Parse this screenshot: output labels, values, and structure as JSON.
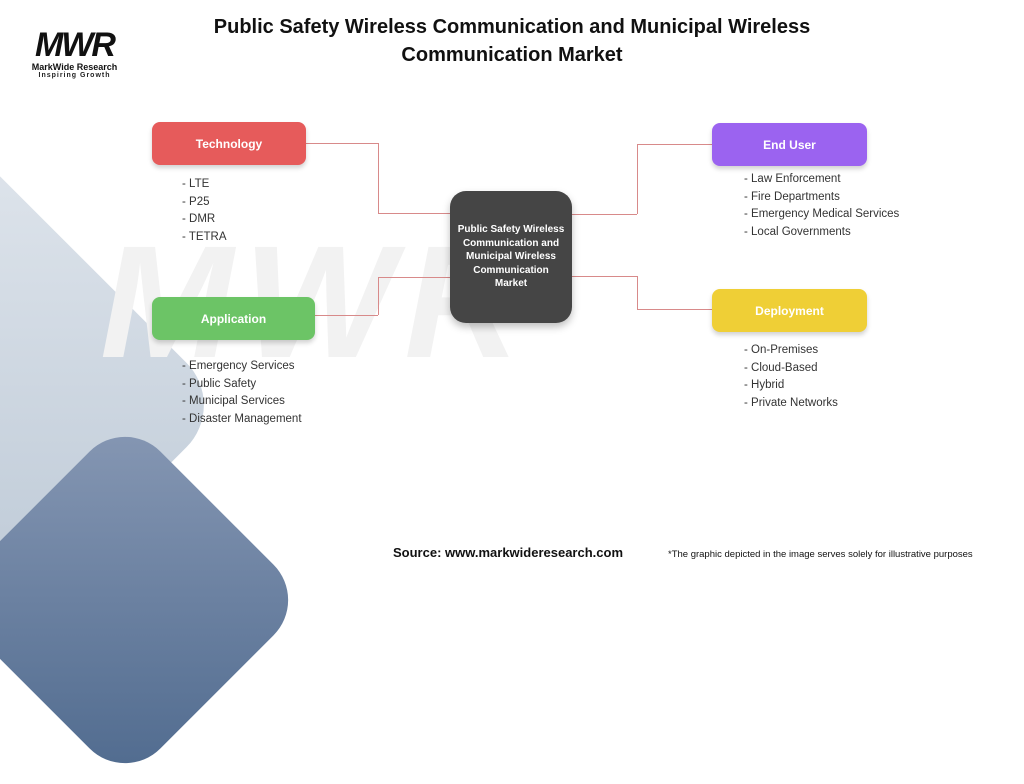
{
  "header": {
    "title": "Public Safety Wireless Communication and Municipal Wireless Communication Market",
    "logo": {
      "mark": "MWR",
      "name": "MarkWide Research",
      "tagline": "Inspiring Growth"
    }
  },
  "diagram": {
    "center": "Public Safety Wireless Communication and Municipal Wireless Communication Market",
    "nodes": [
      {
        "label": "Technology",
        "color": "#e65b5b",
        "items": [
          "- LTE",
          "- P25",
          "- DMR",
          "- TETRA"
        ]
      },
      {
        "label": "Application",
        "color": "#6cc466",
        "items": [
          "- Emergency Services",
          "- Public Safety",
          "- Municipal Services",
          "- Disaster Management"
        ]
      },
      {
        "label": "End User",
        "color": "#9b63f0",
        "items": [
          "- Law Enforcement",
          "- Fire Departments",
          "- Emergency Medical Services",
          "- Local Governments"
        ]
      },
      {
        "label": "Deployment",
        "color": "#efcf36",
        "items": [
          "- On-Premises",
          "- Cloud-Based",
          "- Hybrid",
          "- Private Networks"
        ]
      }
    ]
  },
  "footer": {
    "source": "Source: www.markwideresearch.com",
    "disclaimer": "*The graphic depicted in the image serves solely for illustrative purposes"
  }
}
